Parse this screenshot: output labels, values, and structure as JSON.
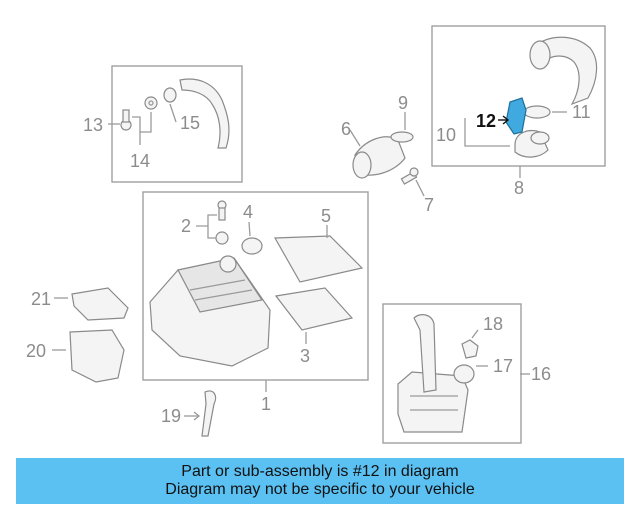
{
  "diagram": {
    "callouts": {
      "c1": "1",
      "c2": "2",
      "c3": "3",
      "c4": "4",
      "c5": "5",
      "c6": "6",
      "c7": "7",
      "c8": "8",
      "c9": "9",
      "c10": "10",
      "c11": "11",
      "c12": "12",
      "c13": "13",
      "c14": "14",
      "c15": "15",
      "c16": "16",
      "c17": "17",
      "c18": "18",
      "c19": "19",
      "c20": "20",
      "c21": "21"
    },
    "highlighted_part": "12",
    "colors": {
      "highlight": "#3fa9e0",
      "banner": "#5bc0f2",
      "line": "#9a9a9a"
    }
  },
  "banner": {
    "line1": "Part or sub-assembly is #12 in diagram",
    "line2": "Diagram may not be specific to your vehicle"
  }
}
